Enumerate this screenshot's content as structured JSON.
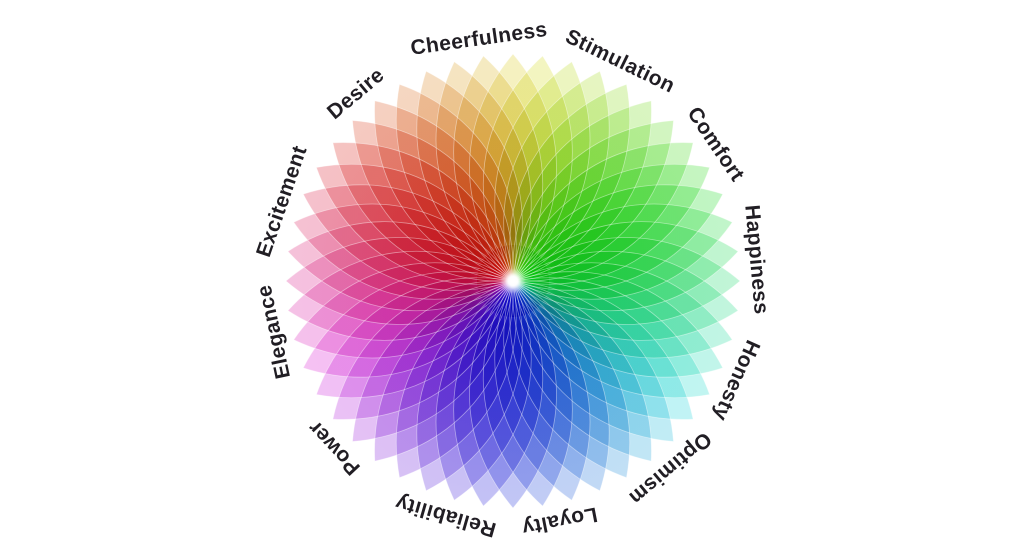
{
  "background_color": "#ffffff",
  "wheel": {
    "kind": "color-emotion-wheel",
    "center_color": "#ffffff",
    "lattice_line_color": "#ffffff",
    "label_color": "#211e24",
    "labels": [
      {
        "text": "Cheerfulness",
        "angle": -8
      },
      {
        "text": "Stimulation",
        "angle": 26
      },
      {
        "text": "Comfort",
        "angle": 56
      },
      {
        "text": "Happiness",
        "angle": 85
      },
      {
        "text": "Honesty",
        "angle": 114
      },
      {
        "text": "Optimism",
        "angle": 140
      },
      {
        "text": "Loyalty",
        "angle": 169
      },
      {
        "text": "Reliability",
        "angle": 196
      },
      {
        "text": "Power",
        "angle": 227
      },
      {
        "text": "Elegance",
        "angle": 258
      },
      {
        "text": "Excitement",
        "angle": 289
      },
      {
        "text": "Desire",
        "angle": 320
      }
    ],
    "petals": [
      {
        "angle": 0.0,
        "hue": 55.0
      },
      {
        "angle": 7.5,
        "hue": 62.5
      },
      {
        "angle": 15.0,
        "hue": 70.0
      },
      {
        "angle": 22.5,
        "hue": 77.5
      },
      {
        "angle": 30.0,
        "hue": 85.0
      },
      {
        "angle": 37.5,
        "hue": 92.5
      },
      {
        "angle": 45.0,
        "hue": 100.0
      },
      {
        "angle": 52.5,
        "hue": 107.5
      },
      {
        "angle": 60.0,
        "hue": 115.0
      },
      {
        "angle": 67.5,
        "hue": 122.5
      },
      {
        "angle": 75.0,
        "hue": 130.0
      },
      {
        "angle": 82.5,
        "hue": 137.5
      },
      {
        "angle": 90.0,
        "hue": 145.0
      },
      {
        "angle": 97.5,
        "hue": 152.5
      },
      {
        "angle": 105.0,
        "hue": 160.0
      },
      {
        "angle": 112.5,
        "hue": 167.5
      },
      {
        "angle": 120.0,
        "hue": 175.0
      },
      {
        "angle": 127.5,
        "hue": 182.5
      },
      {
        "angle": 135.0,
        "hue": 190.0
      },
      {
        "angle": 142.5,
        "hue": 197.5
      },
      {
        "angle": 150.0,
        "hue": 205.0
      },
      {
        "angle": 157.5,
        "hue": 212.5
      },
      {
        "angle": 165.0,
        "hue": 220.0
      },
      {
        "angle": 172.5,
        "hue": 227.5
      },
      {
        "angle": 180.0,
        "hue": 235.0
      },
      {
        "angle": 187.5,
        "hue": 242.5
      },
      {
        "angle": 195.0,
        "hue": 250.0
      },
      {
        "angle": 202.5,
        "hue": 257.5
      },
      {
        "angle": 210.0,
        "hue": 265.0
      },
      {
        "angle": 217.5,
        "hue": 272.5
      },
      {
        "angle": 225.0,
        "hue": 280.0
      },
      {
        "angle": 232.5,
        "hue": 287.5
      },
      {
        "angle": 240.0,
        "hue": 295.0
      },
      {
        "angle": 247.5,
        "hue": 302.5
      },
      {
        "angle": 255.0,
        "hue": 310.0
      },
      {
        "angle": 262.5,
        "hue": 317.5
      },
      {
        "angle": 270.0,
        "hue": 325.0
      },
      {
        "angle": 277.5,
        "hue": 332.5
      },
      {
        "angle": 285.0,
        "hue": 340.0
      },
      {
        "angle": 292.5,
        "hue": 347.5
      },
      {
        "angle": 300.0,
        "hue": 355.0
      },
      {
        "angle": 307.5,
        "hue": 2.5
      },
      {
        "angle": 315.0,
        "hue": 10.0
      },
      {
        "angle": 322.5,
        "hue": 17.5
      },
      {
        "angle": 330.0,
        "hue": 25.0
      },
      {
        "angle": 337.5,
        "hue": 32.5
      },
      {
        "angle": 345.0,
        "hue": 40.0
      },
      {
        "angle": 352.5,
        "hue": 47.5
      }
    ]
  }
}
